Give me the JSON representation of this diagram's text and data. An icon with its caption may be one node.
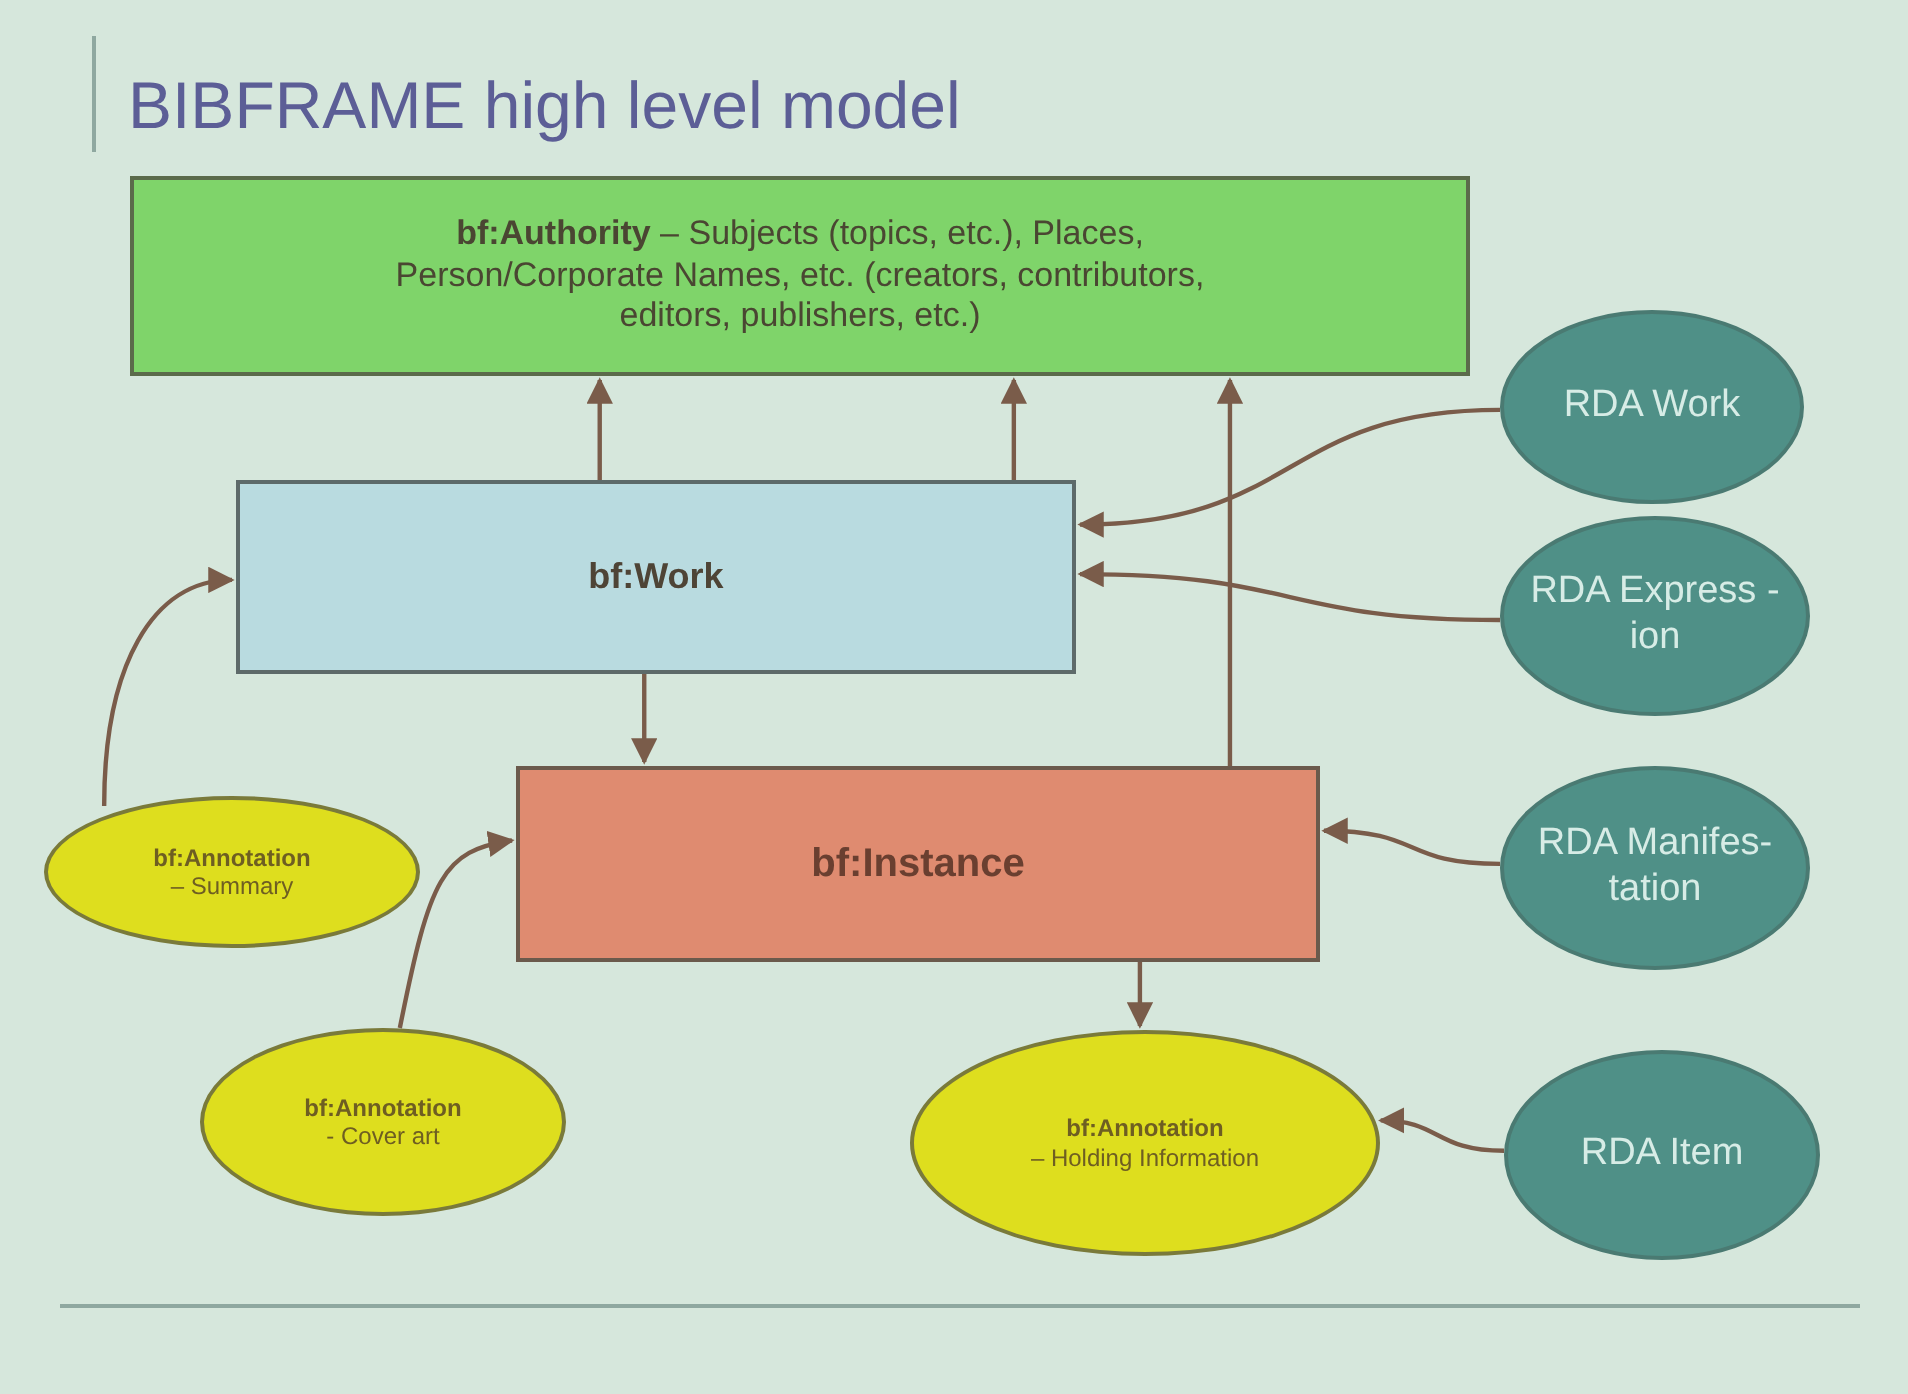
{
  "diagram": {
    "title": "BIBFRAME high level model",
    "nodes": [
      {
        "text": [
          "**bf:Authority** – Subjects (topics, etc.), Places, Person/Corporate Names, etc. (creators, contributors, editors, publishers, etc.)"
        ]
      },
      {
        "text": [
          "bf:Work"
        ]
      },
      {
        "text": [
          "bf:Instance"
        ]
      },
      {
        "text": [
          "bf:Annotation",
          "– Summary"
        ]
      },
      {
        "text": [
          "bf:Annotation",
          "- Cover art"
        ]
      },
      {
        "text": [
          "bf:Annotation",
          "– Holding Information"
        ]
      },
      {
        "text": [
          "RDA Work"
        ]
      },
      {
        "text": [
          "RDA Express -ion"
        ]
      },
      {
        "text": [
          "RDA Manifes- tation"
        ]
      },
      {
        "text": [
          "RDA Item"
        ]
      }
    ],
    "edges": [
      {
        "from": 1,
        "to": 0,
        "arrow": "to"
      },
      {
        "from": 1,
        "to": 0,
        "arrow": "to"
      },
      {
        "from": 2,
        "to": 0,
        "arrow": "to"
      },
      {
        "from": 1,
        "to": 2,
        "arrow": "to"
      },
      {
        "from": 3,
        "to": 1,
        "arrow": "to"
      },
      {
        "from": 4,
        "to": 2,
        "arrow": "to"
      },
      {
        "from": 2,
        "to": 5,
        "arrow": "to"
      },
      {
        "from": 6,
        "to": 1,
        "arrow": "to"
      },
      {
        "from": 7,
        "to": 1,
        "arrow": "to"
      },
      {
        "from": 8,
        "to": 2,
        "arrow": "to"
      },
      {
        "from": 9,
        "to": 5,
        "arrow": "to"
      }
    ]
  }
}
